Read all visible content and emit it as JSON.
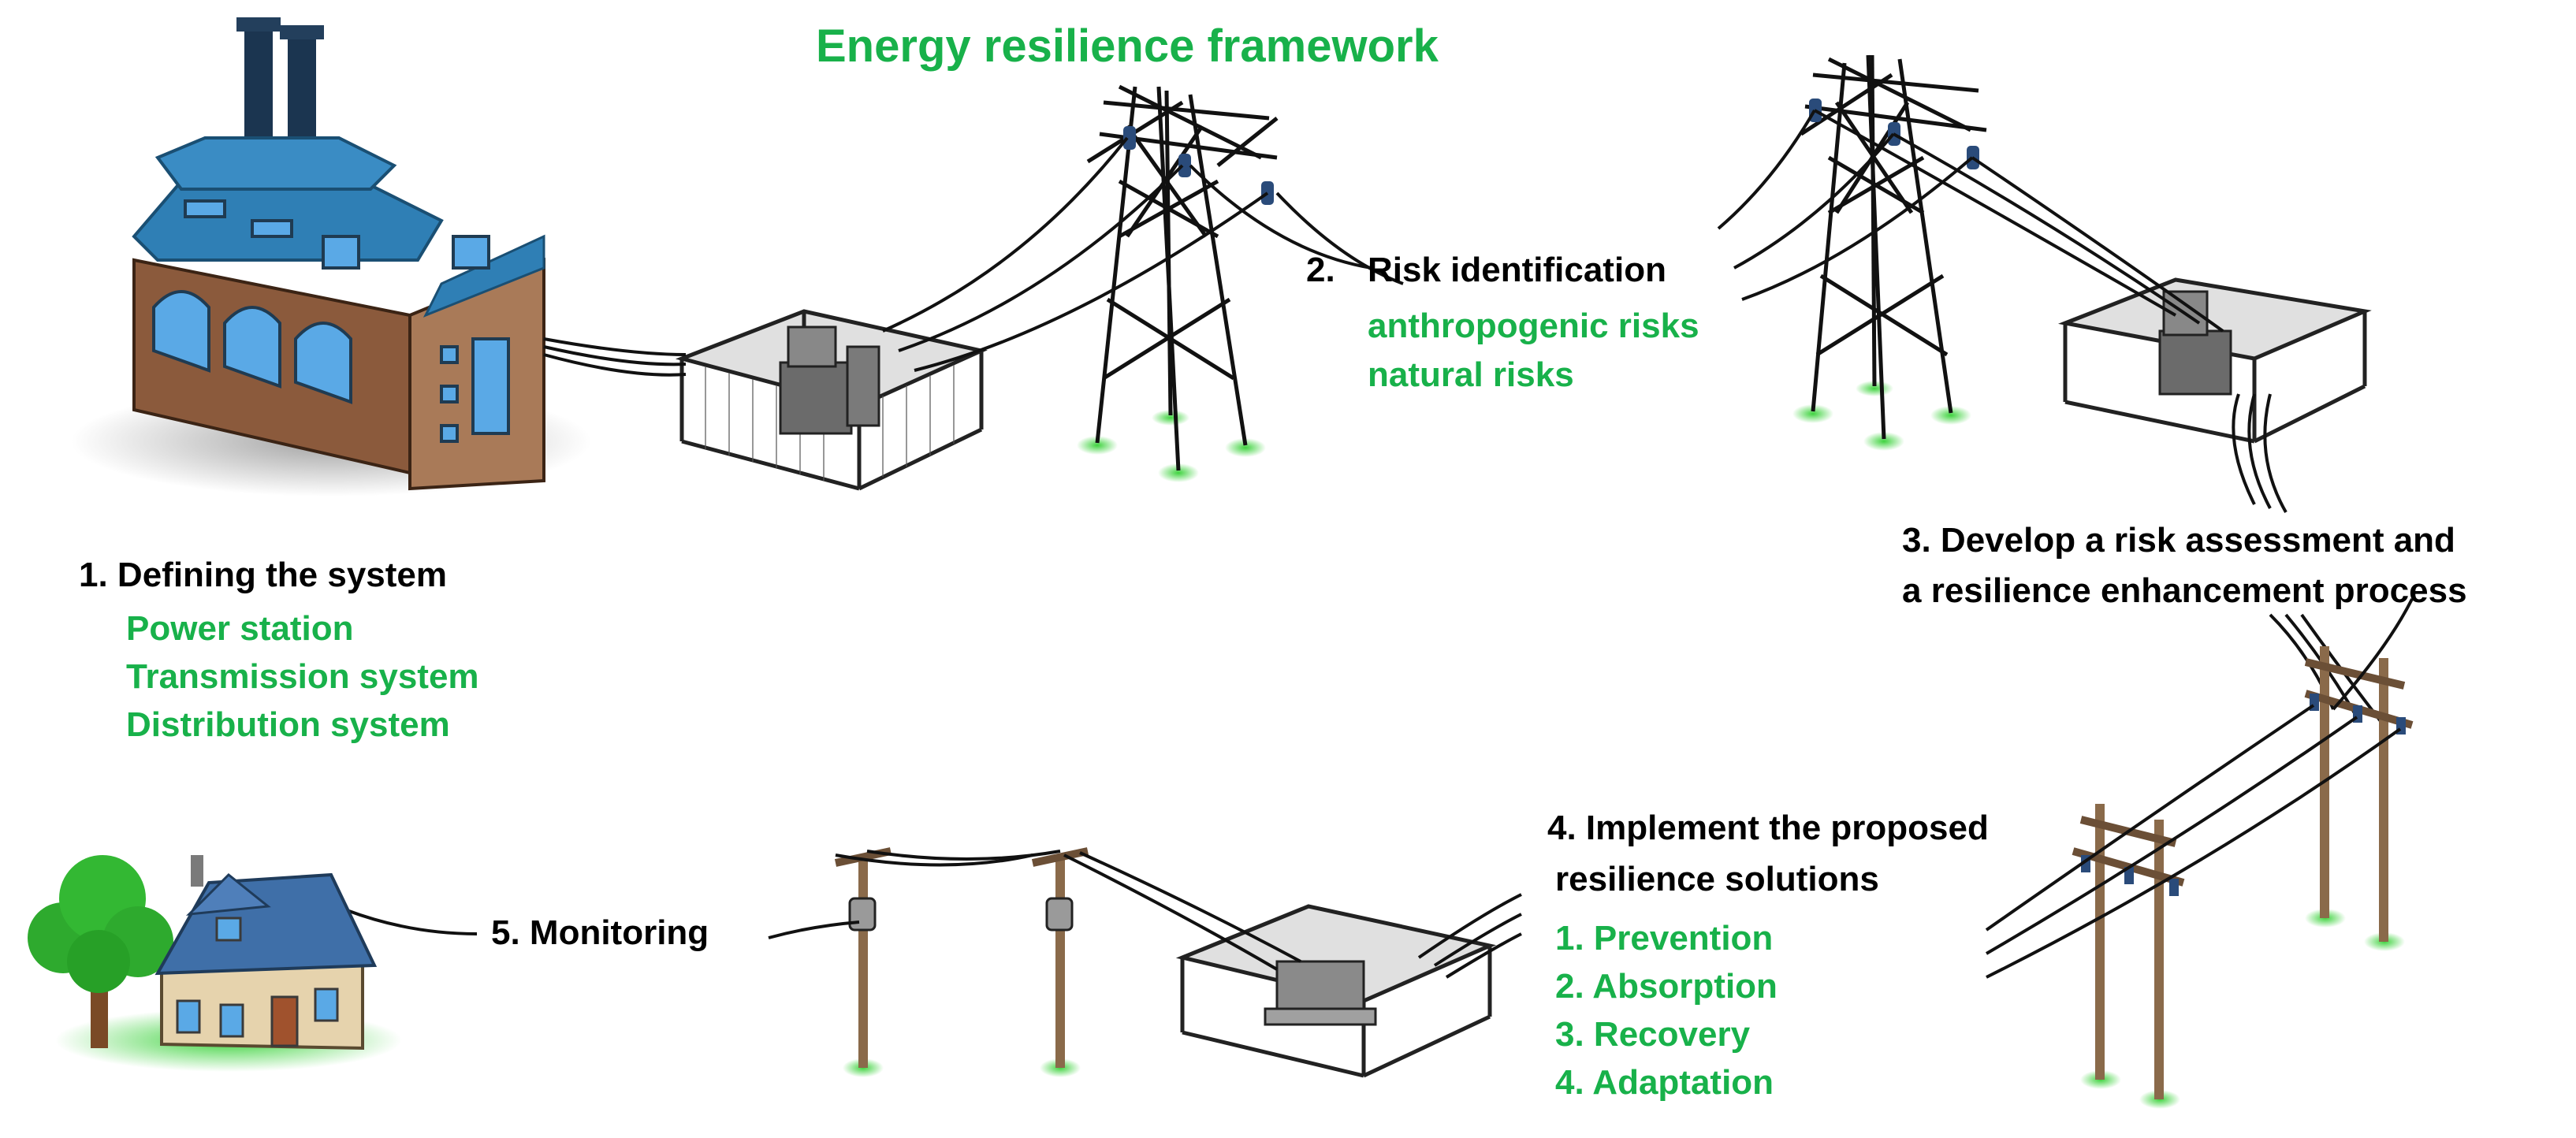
{
  "title": "Energy resilience framework",
  "steps": {
    "step1": {
      "heading": "1. Defining the system",
      "items": [
        "Power station",
        "Transmission system",
        "Distribution system"
      ]
    },
    "step2": {
      "number": "2.",
      "heading": "Risk identification",
      "items": [
        "anthropogenic risks",
        "natural risks"
      ]
    },
    "step3": {
      "line1": "3. Develop a risk assessment and",
      "line2": "a resilience enhancement process"
    },
    "step4": {
      "line1": "4. Implement the proposed",
      "line2": "resilience  solutions",
      "items": [
        "1. Prevention",
        "2. Absorption",
        "3. Recovery",
        "4. Adaptation"
      ]
    },
    "step5": {
      "heading": "5. Monitoring"
    }
  },
  "colors": {
    "heading_text": "#000000",
    "accent_green": "#18b14a",
    "building_brick": "#8b5a3c",
    "roof_blue": "#2f7fb5",
    "window_blue": "#5aa9e6",
    "pole_brown": "#8a6a4a",
    "ground_glow": "#3fd33f"
  }
}
